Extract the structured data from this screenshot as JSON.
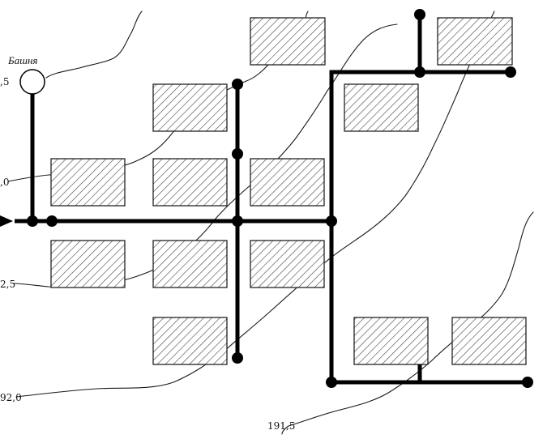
{
  "labels": {
    "tower": "Башня",
    "contour_a": ",5",
    "contour_b": ",0",
    "contour_c": "2,5",
    "contour_d": "92,0",
    "contour_e": "191,5"
  }
}
